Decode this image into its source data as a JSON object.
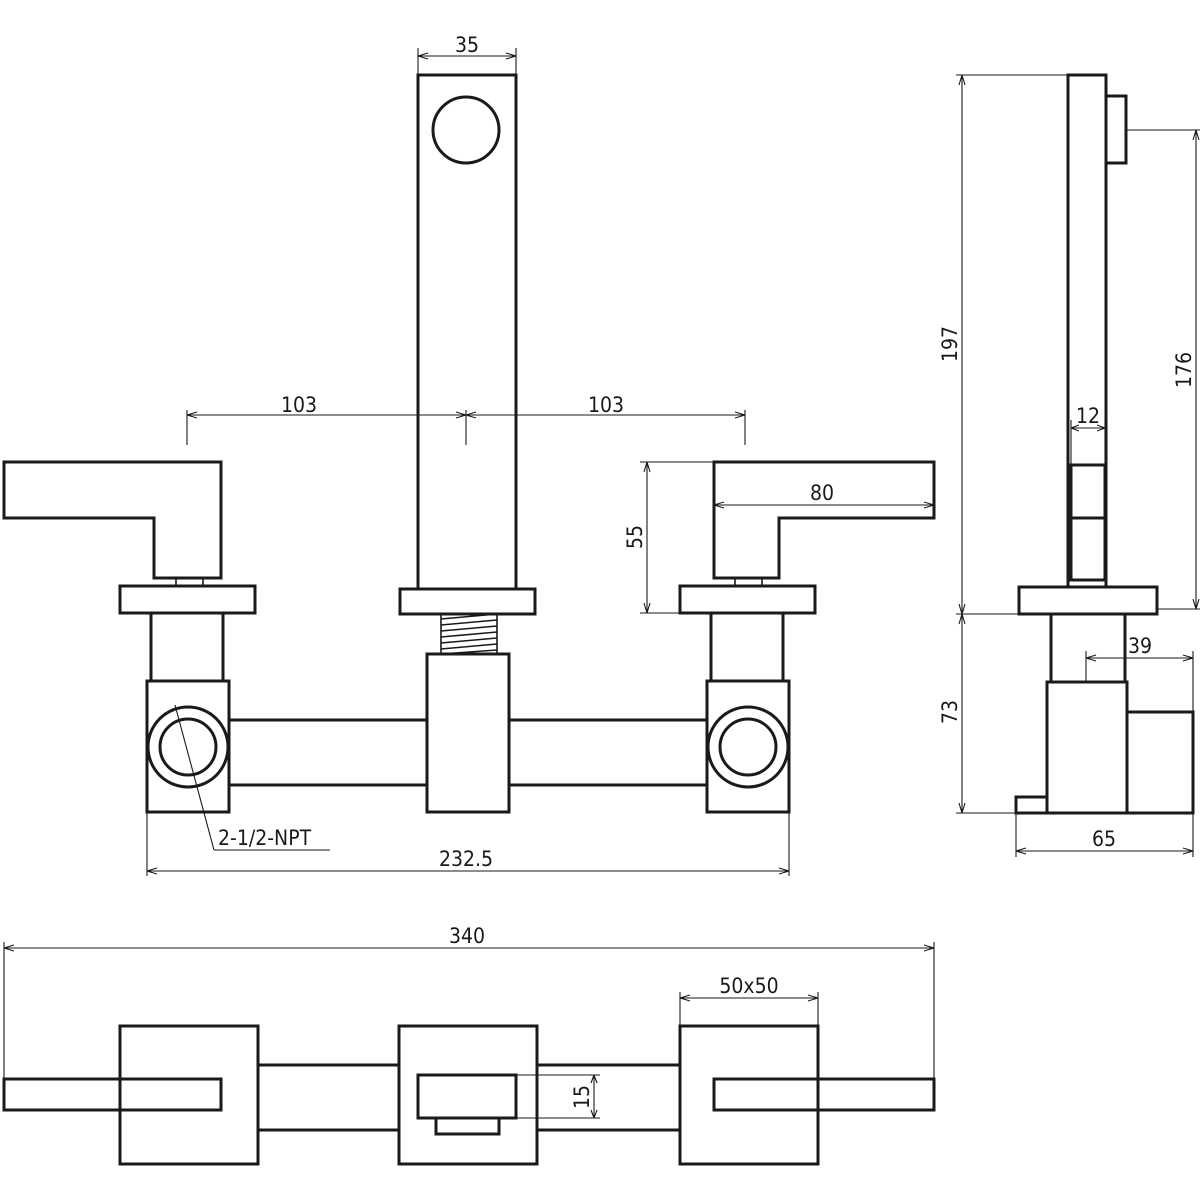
{
  "dimensions": {
    "spout_width": "35",
    "left_spacing": "103",
    "right_spacing": "103",
    "handle_height": "55",
    "handle_length": "80",
    "thread": "2-1/2-NPT",
    "body_width": "232.5",
    "side_total_height": "197",
    "side_spout_height": "176",
    "side_handle_thickness": "12",
    "side_body_height": "73",
    "side_spout_reach": "39",
    "side_depth": "65",
    "top_total_width": "340",
    "top_plate_size": "50x50",
    "top_outlet_size": "15"
  }
}
